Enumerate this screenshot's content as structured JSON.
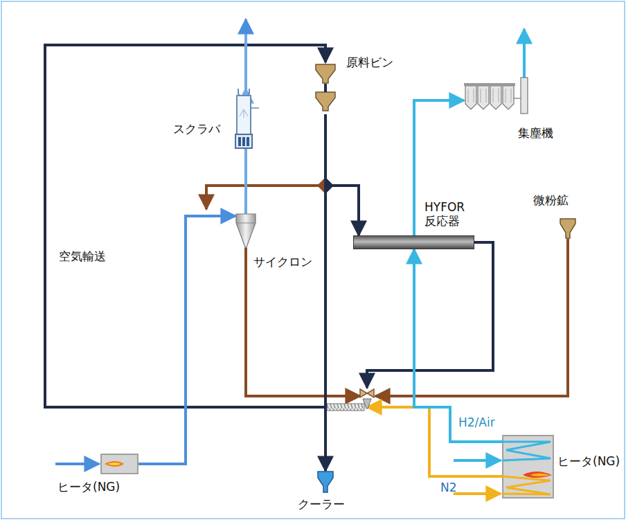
{
  "diagram": {
    "nodes": [
      {
        "text": [
          "原料ビン"
        ]
      },
      {
        "text": [
          "スクラバ"
        ]
      },
      {
        "text": [
          "サイクロン"
        ]
      },
      {
        "text": [
          "HYFOR 反応器"
        ]
      },
      {
        "text": [
          "集塵機"
        ]
      },
      {
        "text": [
          "微粉鉱"
        ]
      },
      {
        "text": [
          "ヒータ(NG)"
        ]
      },
      {
        "text": [
          "ヒータ(NG)"
        ]
      },
      {
        "text": [
          "クーラー"
        ]
      }
    ],
    "edges": [
      {
        "from": 0,
        "to": 3,
        "arrow": "to"
      },
      {
        "from": 0,
        "to": 8,
        "arrow": "to"
      },
      {
        "from": 3,
        "to": 4,
        "arrow": "to"
      },
      {
        "from": 7,
        "to": 3,
        "arrow": "to"
      },
      {
        "from": 2,
        "to": 1,
        "arrow": "to"
      },
      {
        "from": 6,
        "to": 2,
        "arrow": "to"
      }
    ],
    "labels": [
      "空気輸送",
      "H2/Air",
      "N2"
    ]
  }
}
